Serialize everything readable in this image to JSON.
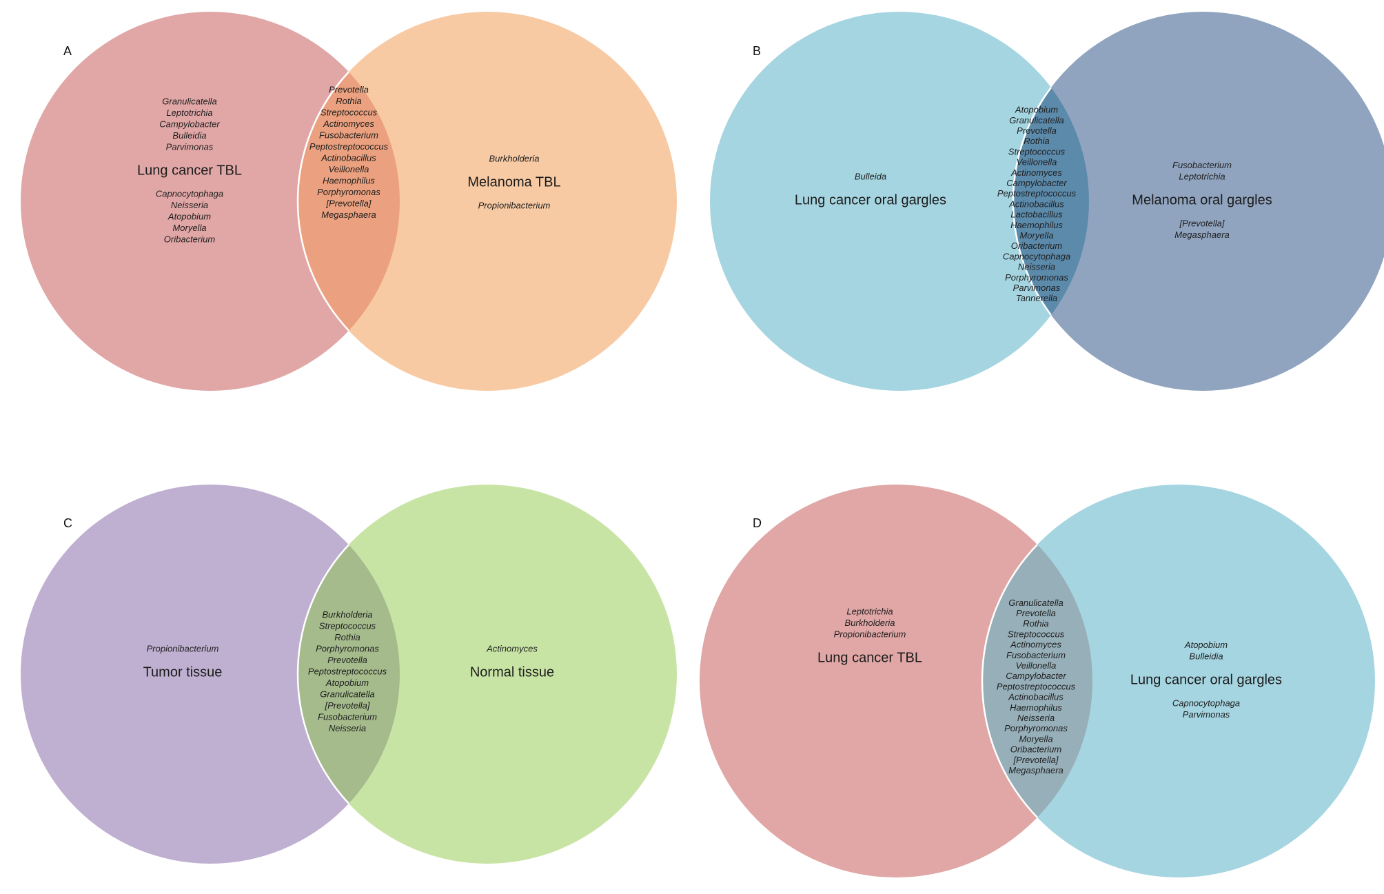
{
  "colors": {
    "lung_tbl": "#e0a7a6",
    "melanoma_tbl": "#f8caa3",
    "lung_gargles": "#a5d5e1",
    "melanoma_gargles": "#90a4bf",
    "tumor_tissue": "#bfafd1",
    "normal_tissue": "#c8e4a5",
    "overlap_A": "#eba17f",
    "overlap_B": "#5c8aab",
    "overlap_C": "#a5bb8c",
    "overlap_D": "#97afb9"
  },
  "panels": [
    {
      "letter": "A",
      "left": {
        "label": "Lung cancer TBL",
        "above": [
          "Granulicatella",
          "Leptotrichia",
          "Campylobacter",
          "Bulleidia",
          "Parvimonas"
        ],
        "below": [
          "Capnocytophaga",
          "Neisseria",
          "Atopobium",
          "Moryella",
          "Oribacterium"
        ]
      },
      "overlap": [
        "Prevotella",
        "Rothia",
        "Streptococcus",
        "Actinomyces",
        "Fusobacterium",
        "Peptostreptococcus",
        "Actinobacillus",
        "Veillonella",
        "Haemophilus",
        "Porphyromonas",
        "[Prevotella]",
        "Megasphaera"
      ],
      "right": {
        "label": "Melanoma TBL",
        "above": [
          "Burkholderia"
        ],
        "below": [
          "Propionibacterium"
        ]
      }
    },
    {
      "letter": "B",
      "left": {
        "label": "Lung cancer oral gargles",
        "above": [
          "Bulleida"
        ],
        "below": []
      },
      "overlap": [
        "Atopobium",
        "Granulicatella",
        "Prevotella",
        "Rothia",
        "Streptococcus",
        "Veillonella",
        "Actinomyces",
        "Campylobacter",
        "Peptostreptococcus",
        "Actinobacillus",
        "Lactobacillus",
        "Haemophilus",
        "Moryella",
        "Oribacterium",
        "Capnocytophaga",
        "Neisseria",
        "Porphyromonas",
        "Parvimonas",
        "Tannerella"
      ],
      "right": {
        "label": "Melanoma oral gargles",
        "above": [
          "Fusobacterium",
          "Leptotrichia"
        ],
        "below": [
          "[Prevotella]",
          "Megasphaera"
        ]
      }
    },
    {
      "letter": "C",
      "left": {
        "label": "Tumor tissue",
        "above": [
          "Propionibacterium"
        ],
        "below": []
      },
      "overlap": [
        "Burkholderia",
        "Streptococcus",
        "Rothia",
        "Porphyromonas",
        "Prevotella",
        "Peptostreptococcus",
        "Atopobium",
        "Granulicatella",
        "[Prevotella]",
        "Fusobacterium",
        "Neisseria"
      ],
      "right": {
        "label": "Normal tissue",
        "above": [
          "Actinomyces"
        ],
        "below": []
      }
    },
    {
      "letter": "D",
      "left": {
        "label": "Lung cancer TBL",
        "above": [
          "Leptotrichia",
          "Burkholderia",
          "Propionibacterium"
        ],
        "below": []
      },
      "overlap": [
        "Granulicatella",
        "Prevotella",
        "Rothia",
        "Streptococcus",
        "Actinomyces",
        "Fusobacterium",
        "Veillonella",
        "Campylobacter",
        "Peptostreptococcus",
        "Actinobacillus",
        "Haemophilus",
        "Neisseria",
        "Porphyromonas",
        "Moryella",
        "Oribacterium",
        "[Prevotella]",
        "Megasphaera"
      ],
      "right": {
        "label": "Lung cancer oral gargles",
        "above": [
          "Atopobium",
          "Bulleidia"
        ],
        "below": [
          "Capnocytophaga",
          "Parvimonas"
        ]
      }
    }
  ]
}
